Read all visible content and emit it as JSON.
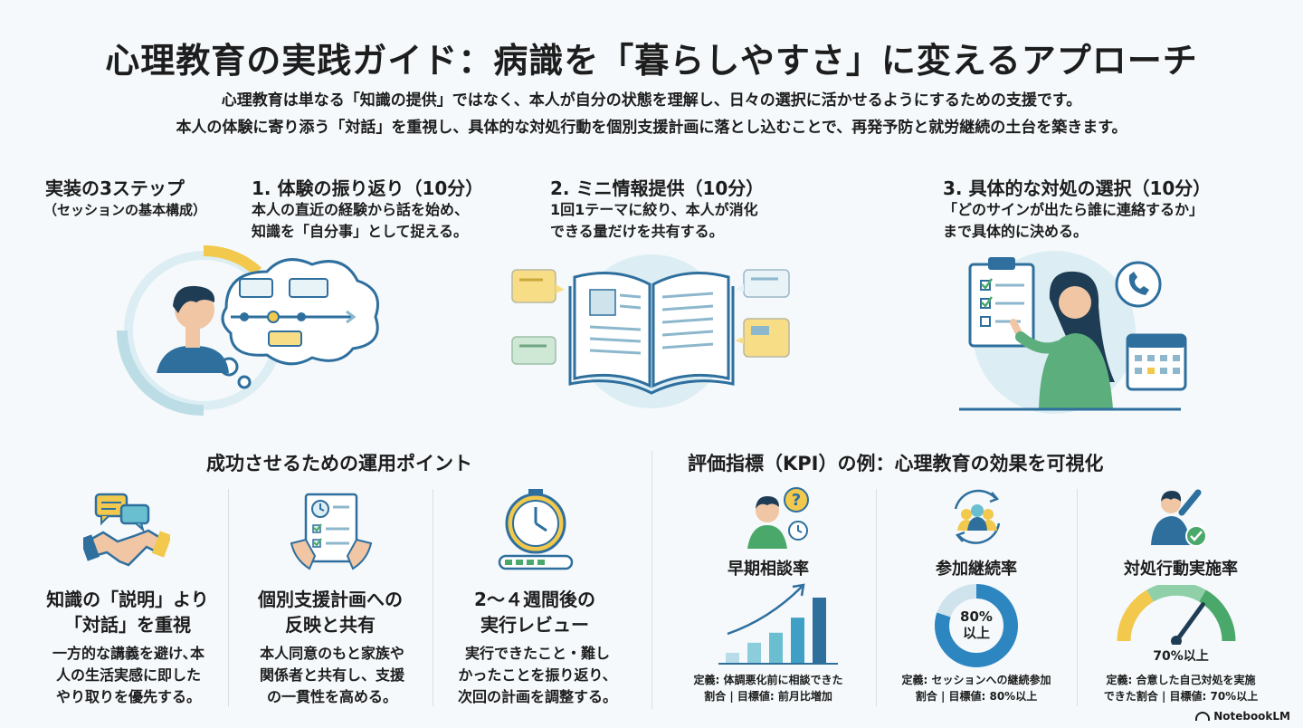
{
  "header": {
    "title": "心理教育の実践ガイド：病識を「暮らしやすさ」に変えるアプローチ",
    "subtitle_lines": [
      "心理教育は単なる「知識の提供」ではなく、本人が自分の状態を理解し、日々の選択に活かせるようにするための支援です。",
      "本人の体験に寄り添う「対話」を重視し、具体的な対処行動を個別支援計画に落とし込むことで、再発予防と就労継続の土台を築きます。"
    ]
  },
  "steps": {
    "heading": "実装の3ステップ",
    "heading_sub": "（セッションの基本構成）",
    "items": [
      {
        "title": "1. 体験の振り返り（10分）",
        "lines": [
          "本人の直近の経験から話を始め、",
          "知識を「自分事」として捉える。"
        ]
      },
      {
        "title": "2. ミニ情報提供（10分）",
        "lines": [
          "1回1テーマに絞り、本人が消化",
          "できる量だけを共有する。"
        ]
      },
      {
        "title": "3. 具体的な対処の選択（10分）",
        "lines": [
          "「どのサインが出たら誰に連絡するか」",
          "まで具体的に決める。"
        ]
      }
    ]
  },
  "points": {
    "heading": "成功させるための運用ポイント",
    "items": [
      {
        "title_lines": [
          "知識の「説明」より",
          "「対話」を重視"
        ],
        "desc_lines": [
          "一方的な講義を避け､本",
          "人の生活実感に即した",
          "やり取りを優先する。"
        ]
      },
      {
        "title_lines": [
          "個別支援計画への",
          "反映と共有"
        ],
        "desc_lines": [
          "本人同意のもと家族や",
          "関係者と共有し、支援",
          "の一貫性を高める。"
        ]
      },
      {
        "title_lines": [
          "2～４週間後の",
          "実行レビュー"
        ],
        "desc_lines": [
          "実行できたこと・難し",
          "かったことを振り返り、",
          "次回の計画を調整する。"
        ]
      }
    ]
  },
  "kpi": {
    "heading": "評価指標（KPI）の例：心理教育の効果を可視化",
    "items": [
      {
        "label": "早期相談率",
        "def_lines": [
          "定義: 体調悪化前に相談できた",
          "割合 | 目標値: 前月比増加"
        ],
        "bars": [
          1,
          2,
          3,
          4.5,
          6.5
        ]
      },
      {
        "label": "参加継続率",
        "donut_value": 80,
        "donut_line1": "80%",
        "donut_line2": "以上",
        "def_lines": [
          "定義: セッションへの継続参加",
          "割合 | 目標値: 80%以上"
        ]
      },
      {
        "label": "対処行動実施率",
        "gauge_value": 70,
        "gauge_text": "70%以上",
        "def_lines": [
          "定義: 合意した自己対処を実施",
          "できた割合 | 目標値: 70%以上"
        ]
      }
    ]
  },
  "footer": {
    "brand": "NotebookLM"
  },
  "colors": {
    "blue": "#2e6f9e",
    "teal": "#69bfcf",
    "green": "#4aa86a",
    "yellow": "#f2c94c",
    "pale": "#dceef3"
  }
}
